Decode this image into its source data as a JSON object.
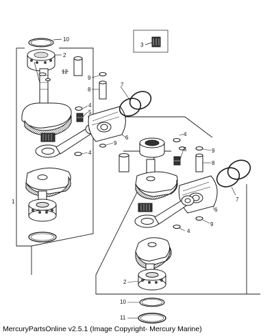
{
  "footer_text": "MercuryPartsOnline v2.5.1 (Image Copyright- Mercury Marine)",
  "colors": {
    "line": "#1a1a1a",
    "part_fill": "#ffffff",
    "dark_fill": "#333333",
    "text": "#111111"
  },
  "callouts": {
    "n10_top": "10",
    "n2_top": "2",
    "n12": "12",
    "n3": "3",
    "n9_upper": "9",
    "n8_upper": "8",
    "n7_upper": "7",
    "n4_left_a": "4",
    "n5_left": "5",
    "n6_upper": "6",
    "n4_left_b": "4",
    "n9_upper_b": "9",
    "n1": "1",
    "n4_right": "4",
    "n5_right": "5",
    "n9_right": "9",
    "n8_right": "8",
    "n7_right": "7",
    "n6_lower": "6",
    "n9_lower": "9",
    "n4_lower": "4",
    "n2_bottom": "2",
    "n10_bottom": "10",
    "n11": "11"
  }
}
